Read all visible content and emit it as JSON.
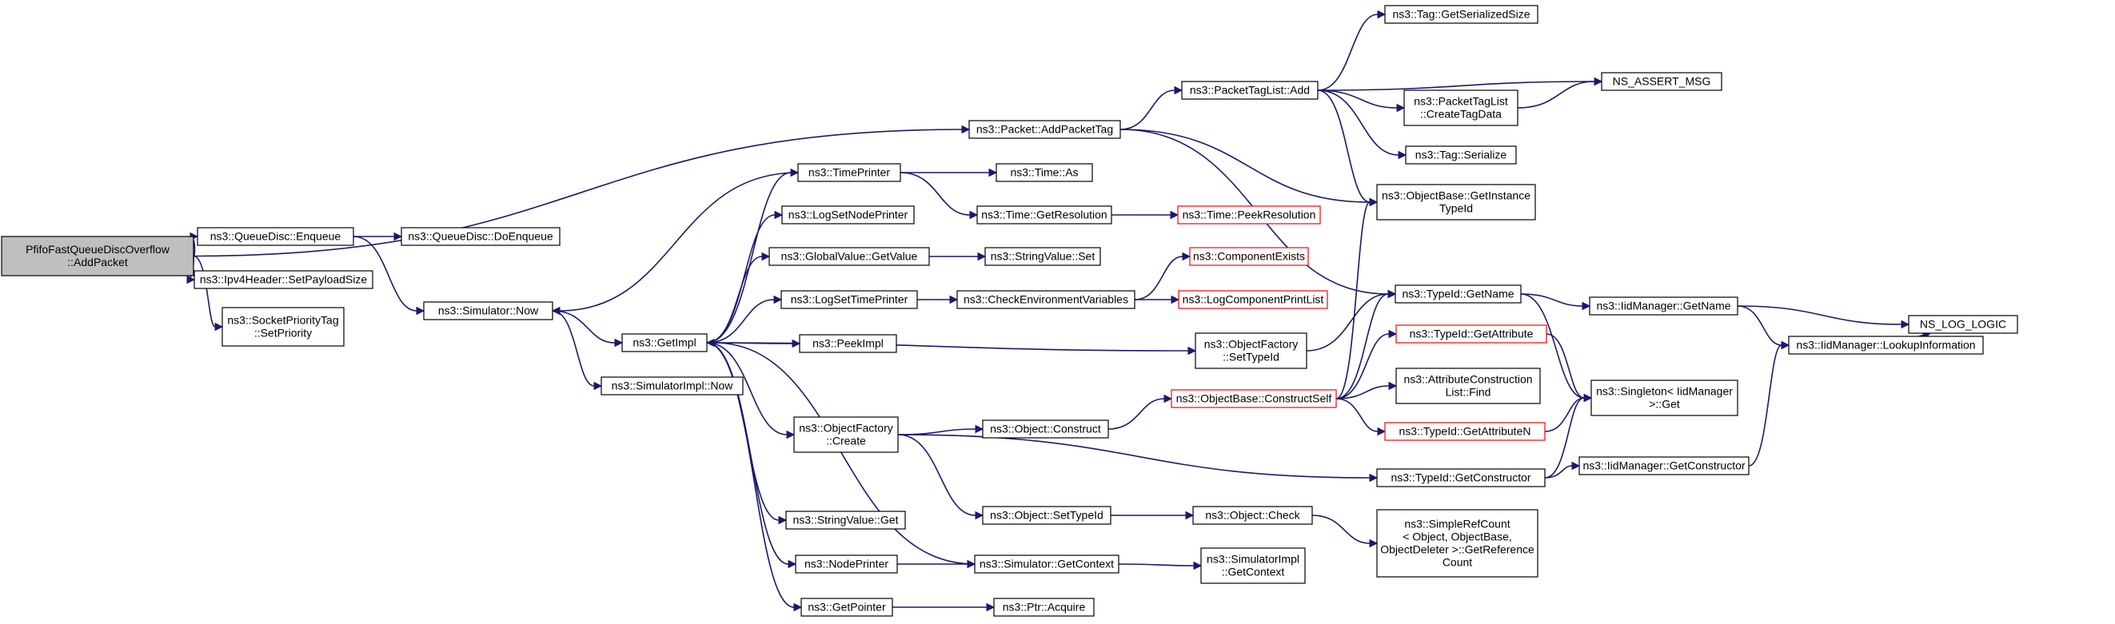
{
  "colors": {
    "edge": "#191970",
    "node_border": "#000000",
    "node_border_truncated": "#ff0000",
    "root_fill": "#bfbfbf",
    "node_fill": "#ffffff"
  },
  "nodes": [
    {
      "id": "root",
      "lines": [
        "PfifoFastQueueDiscOverflow",
        "::AddPacket"
      ],
      "style": "root"
    },
    {
      "id": "qd_enqueue",
      "lines": [
        "ns3::QueueDisc::Enqueue"
      ],
      "style": "normal"
    },
    {
      "id": "ipv4",
      "lines": [
        "ns3::Ipv4Header::SetPayloadSize"
      ],
      "style": "normal"
    },
    {
      "id": "sockprio",
      "lines": [
        "ns3::SocketPriorityTag",
        "::SetPriority"
      ],
      "style": "normal"
    },
    {
      "id": "qd_doenq",
      "lines": [
        "ns3::QueueDisc::DoEnqueue"
      ],
      "style": "normal"
    },
    {
      "id": "sim_now",
      "lines": [
        "ns3::Simulator::Now"
      ],
      "style": "normal"
    },
    {
      "id": "getimpl",
      "lines": [
        "ns3::GetImpl"
      ],
      "style": "normal"
    },
    {
      "id": "simimpl_now",
      "lines": [
        "ns3::SimulatorImpl::Now"
      ],
      "style": "normal"
    },
    {
      "id": "addpackettag",
      "lines": [
        "ns3::Packet::AddPacketTag"
      ],
      "style": "normal"
    },
    {
      "id": "ptl_add",
      "lines": [
        "ns3::PacketTagList::Add"
      ],
      "style": "normal"
    },
    {
      "id": "tag_gss",
      "lines": [
        "ns3::Tag::GetSerializedSize"
      ],
      "style": "normal"
    },
    {
      "id": "ns_assert",
      "lines": [
        "NS_ASSERT_MSG"
      ],
      "style": "normal"
    },
    {
      "id": "ptl_create",
      "lines": [
        "ns3::PacketTagList",
        "::CreateTagData"
      ],
      "style": "normal"
    },
    {
      "id": "tag_ser",
      "lines": [
        "ns3::Tag::Serialize"
      ],
      "style": "normal"
    },
    {
      "id": "ob_git",
      "lines": [
        "ns3::ObjectBase::GetInstance",
        "TypeId"
      ],
      "style": "normal"
    },
    {
      "id": "timeprinter",
      "lines": [
        "ns3::TimePrinter"
      ],
      "style": "normal"
    },
    {
      "id": "time_as",
      "lines": [
        "ns3::Time::As"
      ],
      "style": "normal"
    },
    {
      "id": "time_getres",
      "lines": [
        "ns3::Time::GetResolution"
      ],
      "style": "normal"
    },
    {
      "id": "time_peekres",
      "lines": [
        "ns3::Time::PeekResolution"
      ],
      "style": "truncated"
    },
    {
      "id": "logsetnode",
      "lines": [
        "ns3::LogSetNodePrinter"
      ],
      "style": "normal"
    },
    {
      "id": "gv_getvalue",
      "lines": [
        "ns3::GlobalValue::GetValue"
      ],
      "style": "normal"
    },
    {
      "id": "sv_set",
      "lines": [
        "ns3::StringValue::Set"
      ],
      "style": "normal"
    },
    {
      "id": "comp_exists",
      "lines": [
        "ns3::ComponentExists"
      ],
      "style": "truncated"
    },
    {
      "id": "logsettime",
      "lines": [
        "ns3::LogSetTimePrinter"
      ],
      "style": "normal"
    },
    {
      "id": "checkenv",
      "lines": [
        "ns3::CheckEnvironmentVariables"
      ],
      "style": "normal"
    },
    {
      "id": "logcomplist",
      "lines": [
        "ns3::LogComponentPrintList"
      ],
      "style": "truncated"
    },
    {
      "id": "typeid_getname",
      "lines": [
        "ns3::TypeId::GetName"
      ],
      "style": "normal"
    },
    {
      "id": "iid_getname",
      "lines": [
        "ns3::IidManager::GetName"
      ],
      "style": "normal"
    },
    {
      "id": "ns_log_logic",
      "lines": [
        "NS_LOG_LOGIC"
      ],
      "style": "normal"
    },
    {
      "id": "peekimpl",
      "lines": [
        "ns3::PeekImpl"
      ],
      "style": "normal"
    },
    {
      "id": "of_settypeid",
      "lines": [
        "ns3::ObjectFactory",
        "::SetTypeId"
      ],
      "style": "normal"
    },
    {
      "id": "typeid_getattr",
      "lines": [
        "ns3::TypeId::GetAttribute"
      ],
      "style": "truncated"
    },
    {
      "id": "iid_lookup",
      "lines": [
        "ns3::IidManager::LookupInformation"
      ],
      "style": "normal"
    },
    {
      "id": "ob_construct",
      "lines": [
        "ns3::ObjectBase::ConstructSelf"
      ],
      "style": "truncated"
    },
    {
      "id": "acl_find",
      "lines": [
        "ns3::AttributeConstruction",
        "List::Find"
      ],
      "style": "normal"
    },
    {
      "id": "singleton_get",
      "lines": [
        "ns3::Singleton< IidManager",
        " >::Get"
      ],
      "style": "normal"
    },
    {
      "id": "of_create",
      "lines": [
        "ns3::ObjectFactory",
        "::Create"
      ],
      "style": "normal"
    },
    {
      "id": "obj_construct",
      "lines": [
        "ns3::Object::Construct"
      ],
      "style": "normal"
    },
    {
      "id": "typeid_getattrn",
      "lines": [
        "ns3::TypeId::GetAttributeN"
      ],
      "style": "truncated"
    },
    {
      "id": "typeid_getctor",
      "lines": [
        "ns3::TypeId::GetConstructor"
      ],
      "style": "normal"
    },
    {
      "id": "iid_getctor",
      "lines": [
        "ns3::IidManager::GetConstructor"
      ],
      "style": "normal"
    },
    {
      "id": "obj_settypeid",
      "lines": [
        "ns3::Object::SetTypeId"
      ],
      "style": "normal"
    },
    {
      "id": "obj_check",
      "lines": [
        "ns3::Object::Check"
      ],
      "style": "normal"
    },
    {
      "id": "simplerefcount",
      "lines": [
        "ns3::SimpleRefCount",
        "< Object, ObjectBase,",
        " ObjectDeleter >::GetReference",
        "Count"
      ],
      "style": "normal"
    },
    {
      "id": "sv_get",
      "lines": [
        "ns3::StringValue::Get"
      ],
      "style": "normal"
    },
    {
      "id": "nodeprinter",
      "lines": [
        "ns3::NodePrinter"
      ],
      "style": "normal"
    },
    {
      "id": "sim_getctx",
      "lines": [
        "ns3::Simulator::GetContext"
      ],
      "style": "normal"
    },
    {
      "id": "simimpl_getctx",
      "lines": [
        "ns3::SimulatorImpl",
        "::GetContext"
      ],
      "style": "normal"
    },
    {
      "id": "getpointer",
      "lines": [
        "ns3::GetPointer"
      ],
      "style": "normal"
    },
    {
      "id": "ptr_acquire",
      "lines": [
        "ns3::Ptr::Acquire"
      ],
      "style": "normal"
    }
  ],
  "edges": [
    [
      "root",
      "addpackettag"
    ],
    [
      "root",
      "qd_enqueue"
    ],
    [
      "root",
      "ipv4"
    ],
    [
      "root",
      "sockprio"
    ],
    [
      "qd_enqueue",
      "qd_doenq"
    ],
    [
      "qd_enqueue",
      "sim_now"
    ],
    [
      "addpackettag",
      "ptl_add"
    ],
    [
      "addpackettag",
      "ob_git"
    ],
    [
      "addpackettag",
      "typeid_getname"
    ],
    [
      "ptl_add",
      "tag_gss"
    ],
    [
      "ptl_add",
      "ns_assert"
    ],
    [
      "ptl_add",
      "ptl_create"
    ],
    [
      "ptl_add",
      "tag_ser"
    ],
    [
      "ptl_add",
      "ob_git"
    ],
    [
      "ptl_create",
      "ns_assert"
    ],
    [
      "sim_now",
      "getimpl"
    ],
    [
      "sim_now",
      "simimpl_now"
    ],
    [
      "getimpl",
      "timeprinter"
    ],
    [
      "getimpl",
      "logsetnode"
    ],
    [
      "getimpl",
      "gv_getvalue"
    ],
    [
      "getimpl",
      "logsettime"
    ],
    [
      "getimpl",
      "peekimpl"
    ],
    [
      "getimpl",
      "of_settypeid"
    ],
    [
      "getimpl",
      "of_create"
    ],
    [
      "getimpl",
      "sv_get"
    ],
    [
      "getimpl",
      "nodeprinter"
    ],
    [
      "getimpl",
      "getpointer"
    ],
    [
      "timeprinter",
      "sim_now"
    ],
    [
      "timeprinter",
      "time_as"
    ],
    [
      "timeprinter",
      "time_getres"
    ],
    [
      "time_getres",
      "time_peekres"
    ],
    [
      "gv_getvalue",
      "sv_set"
    ],
    [
      "logsettime",
      "checkenv"
    ],
    [
      "checkenv",
      "comp_exists"
    ],
    [
      "checkenv",
      "logcomplist"
    ],
    [
      "of_settypeid",
      "typeid_getname"
    ],
    [
      "typeid_getname",
      "iid_getname"
    ],
    [
      "typeid_getname",
      "singleton_get"
    ],
    [
      "iid_getname",
      "ns_log_logic"
    ],
    [
      "iid_getname",
      "iid_lookup"
    ],
    [
      "iid_lookup",
      "ns_log_logic"
    ],
    [
      "of_create",
      "obj_construct"
    ],
    [
      "of_create",
      "obj_settypeid"
    ],
    [
      "of_create",
      "typeid_getctor"
    ],
    [
      "obj_construct",
      "ob_construct"
    ],
    [
      "ob_construct",
      "ob_git"
    ],
    [
      "ob_construct",
      "typeid_getname"
    ],
    [
      "ob_construct",
      "typeid_getattr"
    ],
    [
      "ob_construct",
      "acl_find"
    ],
    [
      "ob_construct",
      "typeid_getattrn"
    ],
    [
      "typeid_getattr",
      "singleton_get"
    ],
    [
      "typeid_getattrn",
      "singleton_get"
    ],
    [
      "typeid_getctor",
      "singleton_get"
    ],
    [
      "typeid_getctor",
      "iid_getctor"
    ],
    [
      "iid_getctor",
      "iid_lookup"
    ],
    [
      "obj_settypeid",
      "obj_check"
    ],
    [
      "obj_check",
      "simplerefcount"
    ],
    [
      "nodeprinter",
      "sim_getctx"
    ],
    [
      "sim_getctx",
      "getimpl"
    ],
    [
      "sim_getctx",
      "simimpl_getctx"
    ],
    [
      "getpointer",
      "ptr_acquire"
    ]
  ]
}
